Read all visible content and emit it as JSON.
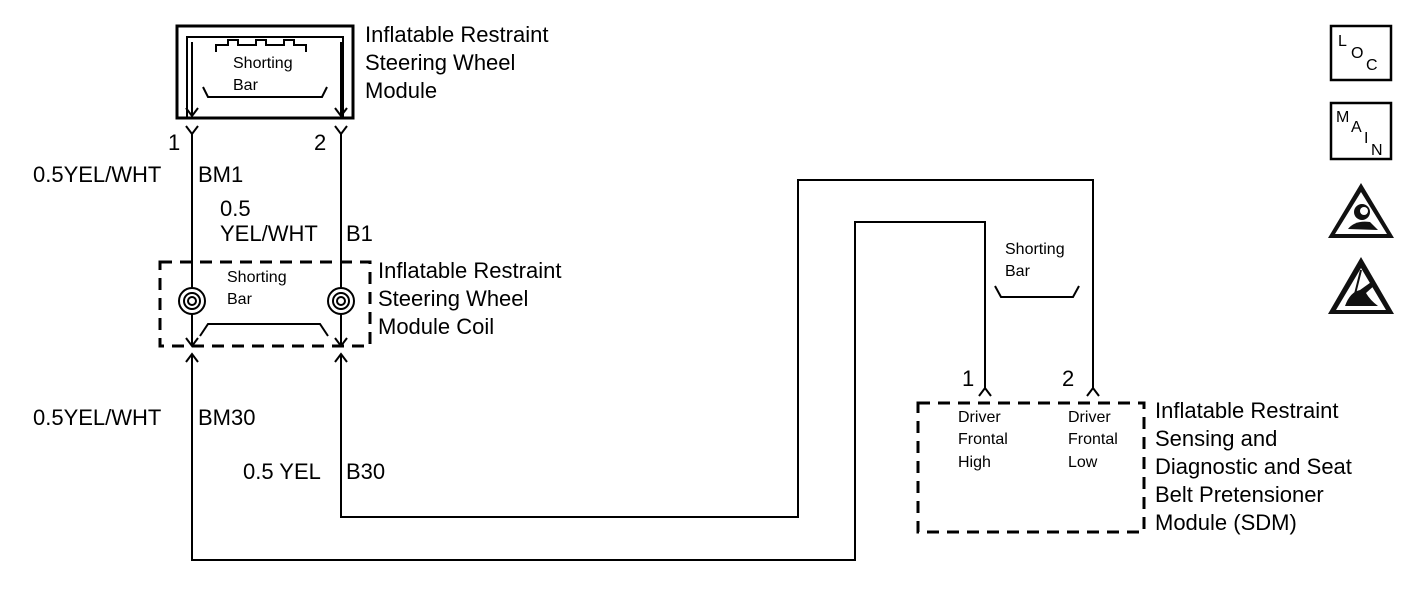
{
  "steering_module": {
    "label_lines": [
      "Inflatable Restraint",
      "Steering Wheel",
      "Module"
    ],
    "shorting_bar_lines": [
      "Shorting",
      "Bar"
    ],
    "pin1": "1",
    "pin2": "2"
  },
  "coil": {
    "label_lines": [
      "Inflatable Restraint",
      "Steering Wheel",
      "Module Coil"
    ],
    "shorting_bar_lines": [
      "Shorting",
      "Bar"
    ]
  },
  "sdm": {
    "label_lines": [
      "Inflatable Restraint",
      "Sensing and",
      "Diagnostic and Seat",
      "Belt Pretensioner",
      "Module  (SDM)"
    ],
    "shorting_bar_lines": [
      "Shorting",
      "Bar"
    ],
    "pin1": "1",
    "pin2": "2",
    "pin1_desc": [
      "Driver",
      "Frontal",
      "High"
    ],
    "pin2_desc": [
      "Driver",
      "Frontal",
      "Low"
    ]
  },
  "wires": {
    "bm1_color": "0.5YEL/WHT",
    "bm1_circuit": "BM1",
    "b1_size": "0.5",
    "b1_color": "YEL/WHT",
    "b1_circuit": "B1",
    "bm30_color": "0.5YEL/WHT",
    "bm30_circuit": "BM30",
    "b30_color": "0.5 YEL",
    "b30_circuit": "B30"
  },
  "legend": {
    "loc_letters": [
      "L",
      "O",
      "C"
    ],
    "main_letters": [
      "M",
      "A",
      "I",
      "N"
    ],
    "airbag_icon": "airbag-warning-icon",
    "esd_icon": "esd-warning-icon"
  }
}
